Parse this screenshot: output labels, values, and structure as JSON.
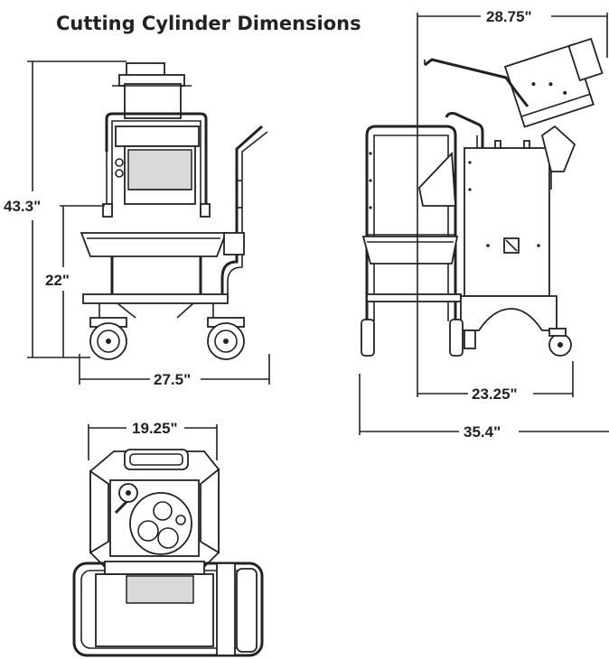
{
  "title": "Cutting Cylinder Dimensions",
  "dimensions": {
    "front_height_total": "43.3\"",
    "front_height_tray": "22\"",
    "front_width": "27.5\"",
    "side_top_width": "28.75\"",
    "side_base_width": "23.25\"",
    "side_total_width": "35.4\"",
    "top_width": "19.25\""
  },
  "colors": {
    "line": "#222222",
    "background": "#ffffff",
    "fill": "#d9d9d9"
  }
}
